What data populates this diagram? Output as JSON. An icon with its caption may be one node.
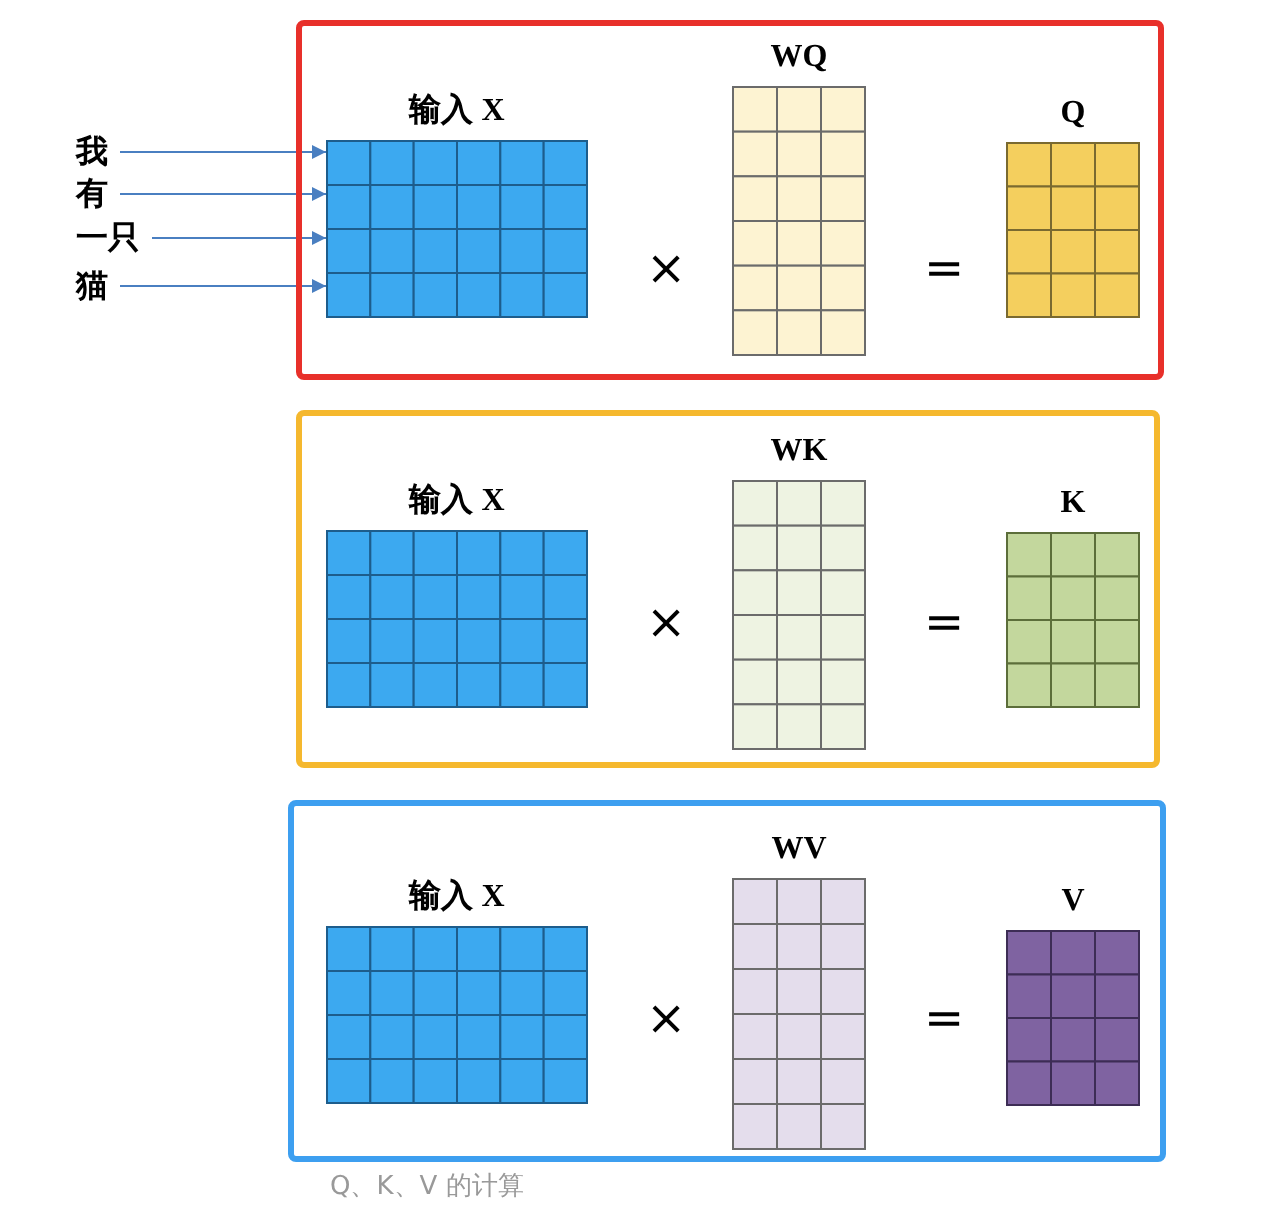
{
  "diagram": {
    "caption": "Q、K、V 的计算",
    "nodes": [
      {
        "text": [],
        "shape": "box"
      },
      {
        "text": [
          "我"
        ]
      },
      {
        "text": [
          "有"
        ]
      },
      {
        "text": [
          "一只"
        ]
      },
      {
        "text": [
          "猫"
        ]
      },
      {
        "text": [
          "输入 X"
        ],
        "in": 0
      },
      {
        "text": [
          "WQ"
        ],
        "in": 0
      },
      {
        "text": [
          "Q"
        ],
        "in": 0
      },
      {
        "text": [],
        "shape": "box"
      },
      {
        "text": [
          "输入 X"
        ],
        "in": 8
      },
      {
        "text": [
          "WK"
        ],
        "in": 8
      },
      {
        "text": [
          "K"
        ],
        "in": 8
      },
      {
        "text": [],
        "shape": "box"
      },
      {
        "text": [
          "输入 X"
        ],
        "in": 12
      },
      {
        "text": [
          "WV"
        ],
        "in": 12
      },
      {
        "text": [
          "V"
        ],
        "in": 12
      }
    ],
    "edges": [
      {
        "from": 1,
        "to": 5,
        "arrow": "to"
      },
      {
        "from": 2,
        "to": 5,
        "arrow": "to"
      },
      {
        "from": 3,
        "to": 5,
        "arrow": "to"
      },
      {
        "from": 4,
        "to": 5,
        "arrow": "to"
      }
    ],
    "labels": [
      "×",
      "=",
      "×",
      "=",
      "×",
      "="
    ]
  }
}
